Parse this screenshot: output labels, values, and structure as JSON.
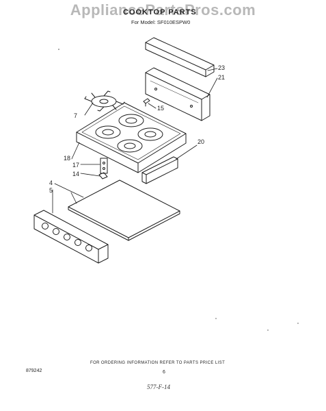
{
  "watermark": "AppliancePartsPros.com",
  "header": {
    "title": "COOKTOP PARTS",
    "model_line": "For Model: SF010ESPW0"
  },
  "parts": [
    {
      "number": "23"
    },
    {
      "number": "21"
    },
    {
      "number": "15"
    },
    {
      "number": "7"
    },
    {
      "number": "20"
    },
    {
      "number": "18"
    },
    {
      "number": "17"
    },
    {
      "number": "14"
    },
    {
      "number": "4"
    },
    {
      "number": "5"
    }
  ],
  "footer": {
    "ordering_note": "FOR ORDERING INFORMATION REFER TO PARTS PRICE LIST",
    "doc_code": "879242",
    "page_number": "6",
    "handwritten_note": "577-F-14"
  }
}
